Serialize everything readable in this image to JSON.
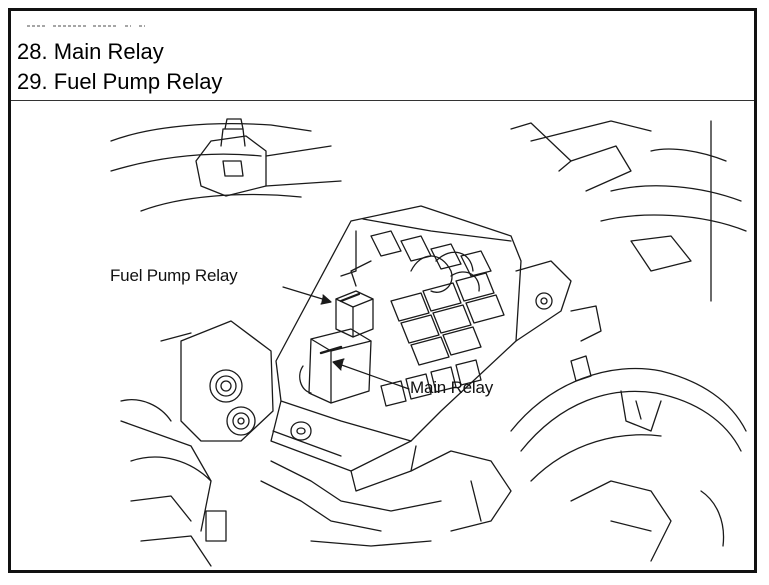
{
  "header": {
    "items": [
      {
        "label": "28. Main Relay"
      },
      {
        "label": "29. Fuel Pump Relay"
      }
    ]
  },
  "diagram": {
    "callouts": {
      "fuel_pump_relay": "Fuel Pump Relay",
      "main_relay": "Main Relay"
    }
  },
  "colors": {
    "line": "#1a1a1a",
    "border": "#111111",
    "background": "#ffffff"
  }
}
